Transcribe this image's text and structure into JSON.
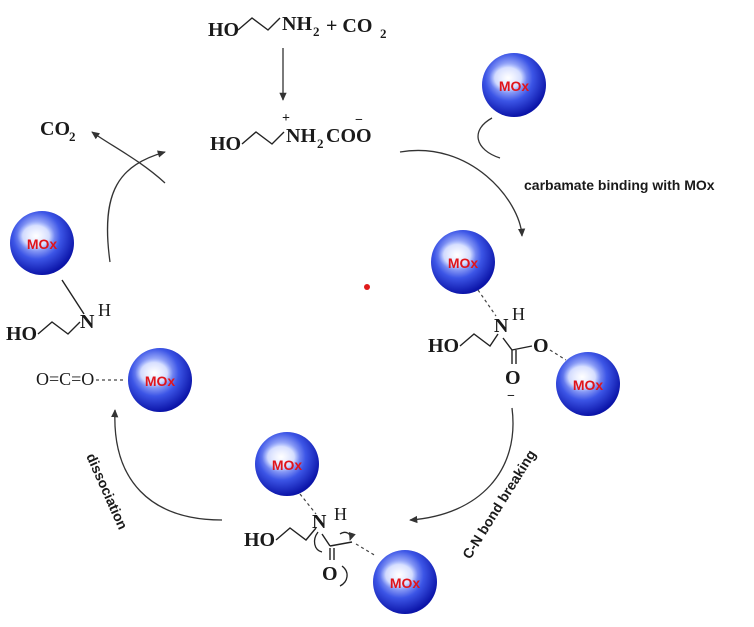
{
  "colors": {
    "sphere_dark": "#0b14a8",
    "sphere_mid": "#3c55e6",
    "sphere_light": "#9fb4ff",
    "sphere_highlight": "#ffffff",
    "mox_text": "#e0141b",
    "stroke": "#333333",
    "dot": "#e01b1b"
  },
  "top": {
    "reactant_ho": "HO",
    "reactant_nh2": "NH",
    "reactant_nh2_sub": "2",
    "plus_co2": "+ CO",
    "plus_co2_sub": "2",
    "carbamate_ho": "HO",
    "carbamate_plus": "+",
    "carbamate_nh2": "NH",
    "carbamate_sub2": "2",
    "carbamate_coo": "COO",
    "carbamate_minus": "−"
  },
  "left": {
    "co2": "CO",
    "co2_sub": "2",
    "ho": "HO",
    "n": "N",
    "h": "H",
    "oco": "O=C=O"
  },
  "right": {
    "ho": "HO",
    "n": "N",
    "h": "H",
    "o_right": "O",
    "o_below": "O",
    "minus": "−"
  },
  "bottom": {
    "ho": "HO",
    "n": "N",
    "h": "H",
    "o_below": "O"
  },
  "sphere_label": "MOx",
  "steps": {
    "binding": "carbamate binding with MOx",
    "breaking": "C-N bond breaking",
    "dissociation": "dissociation"
  }
}
